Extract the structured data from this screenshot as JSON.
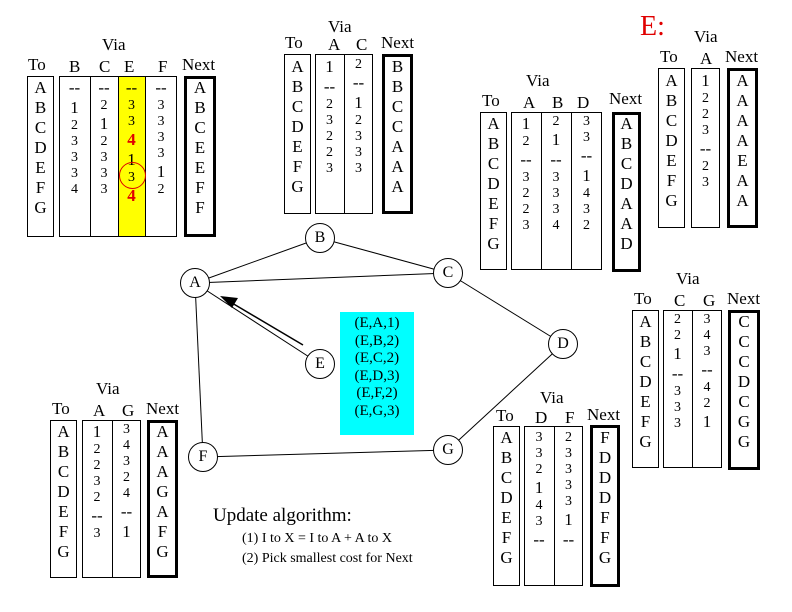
{
  "top_left_table": {
    "via_label": "Via",
    "to_label": "To",
    "next_label": "Next",
    "to": [
      "A",
      "B",
      "C",
      "D",
      "E",
      "F",
      "G"
    ],
    "via_headers": [
      "B",
      "C",
      "E",
      "F"
    ],
    "via_cols": [
      [
        "--",
        "1",
        "2",
        "3",
        "3",
        "3",
        "4"
      ],
      [
        "--",
        "2",
        "1",
        "2",
        "3",
        "3",
        "3"
      ],
      [
        "--",
        "3",
        "3",
        "4",
        "1",
        "3",
        "4"
      ],
      [
        "--",
        "3",
        "3",
        "3",
        "3",
        "1",
        "2"
      ]
    ],
    "next": [
      "A",
      "B",
      "C",
      "E",
      "E",
      "F",
      "F"
    ]
  },
  "top_mid_table": {
    "via_label": "Via",
    "to_label": "To",
    "next_label": "Next",
    "to": [
      "A",
      "B",
      "C",
      "D",
      "E",
      "F",
      "G"
    ],
    "via_headers": [
      "A",
      "C"
    ],
    "via_cols": [
      [
        "1",
        "--",
        "2",
        "3",
        "2",
        "2",
        "3"
      ],
      [
        "2",
        "--",
        "1",
        "2",
        "3",
        "3",
        "3"
      ]
    ],
    "next": [
      "B",
      "B",
      "C",
      "C",
      "A",
      "A",
      "A"
    ]
  },
  "right_mid_table": {
    "via_label": "Via",
    "to_label": "To",
    "next_label": "Next",
    "to": [
      "A",
      "B",
      "C",
      "D",
      "E",
      "F",
      "G"
    ],
    "via_headers": [
      "A",
      "B",
      "D"
    ],
    "via_cols": [
      [
        "1",
        "2",
        "--",
        "3",
        "2",
        "2",
        "3"
      ],
      [
        "2",
        "1",
        "--",
        "3",
        "3",
        "3",
        "4"
      ],
      [
        "3",
        "3",
        "--",
        "1",
        "4",
        "3",
        "2"
      ]
    ],
    "next": [
      "A",
      "B",
      "C",
      "D",
      "A",
      "A",
      "D"
    ]
  },
  "e_table": {
    "title": "E:",
    "via_label": "Via",
    "to_label": "To",
    "next_label": "Next",
    "to": [
      "A",
      "B",
      "C",
      "D",
      "E",
      "F",
      "G"
    ],
    "via_headers": [
      "A"
    ],
    "via_cols": [
      [
        "1",
        "2",
        "2",
        "3",
        "--",
        "2",
        "3"
      ]
    ],
    "next": [
      "A",
      "A",
      "A",
      "A",
      "E",
      "A",
      "A"
    ]
  },
  "d_table": {
    "via_label": "Via",
    "to_label": "To",
    "next_label": "Next",
    "to": [
      "A",
      "B",
      "C",
      "D",
      "E",
      "F",
      "G"
    ],
    "via_headers": [
      "C",
      "G"
    ],
    "via_cols": [
      [
        "2",
        "2",
        "1",
        "--",
        "3",
        "3",
        "3"
      ],
      [
        "3",
        "4",
        "3",
        "--",
        "4",
        "2",
        "1"
      ]
    ],
    "next": [
      "C",
      "C",
      "C",
      "D",
      "C",
      "G",
      "G"
    ]
  },
  "f_table": {
    "via_label": "Via",
    "to_label": "To",
    "next_label": "Next",
    "to": [
      "A",
      "B",
      "C",
      "D",
      "E",
      "F",
      "G"
    ],
    "via_headers": [
      "A",
      "G"
    ],
    "via_cols": [
      [
        "1",
        "2",
        "2",
        "3",
        "2",
        "--",
        "3"
      ],
      [
        "3",
        "4",
        "3",
        "2",
        "4",
        "--",
        "1"
      ]
    ],
    "next": [
      "A",
      "A",
      "A",
      "G",
      "A",
      "F",
      "G"
    ]
  },
  "g_table": {
    "via_label": "Via",
    "to_label": "To",
    "next_label": "Next",
    "to": [
      "A",
      "B",
      "C",
      "D",
      "E",
      "F",
      "G"
    ],
    "via_headers": [
      "D",
      "F"
    ],
    "via_cols": [
      [
        "3",
        "3",
        "2",
        "1",
        "4",
        "3",
        "--"
      ],
      [
        "2",
        "3",
        "3",
        "3",
        "3",
        "1",
        "--"
      ]
    ],
    "next": [
      "F",
      "D",
      "D",
      "D",
      "F",
      "F",
      "G"
    ]
  },
  "graph": {
    "nodes": [
      "A",
      "B",
      "C",
      "D",
      "E",
      "F",
      "G"
    ]
  },
  "message": [
    "(E,A,1)",
    "(E,B,2)",
    "(E,C,2)",
    "(E,D,3)",
    "(E,F,2)",
    "(E,G,3)"
  ],
  "algorithm": {
    "title": "Update algorithm:",
    "step1": "(1) I to X = I to A + A to X",
    "step2": "(2) Pick smallest cost for Next"
  },
  "colors": {
    "highlight": "#ffff00",
    "emphasis": "#e00000",
    "message_bg": "#00ffff"
  }
}
